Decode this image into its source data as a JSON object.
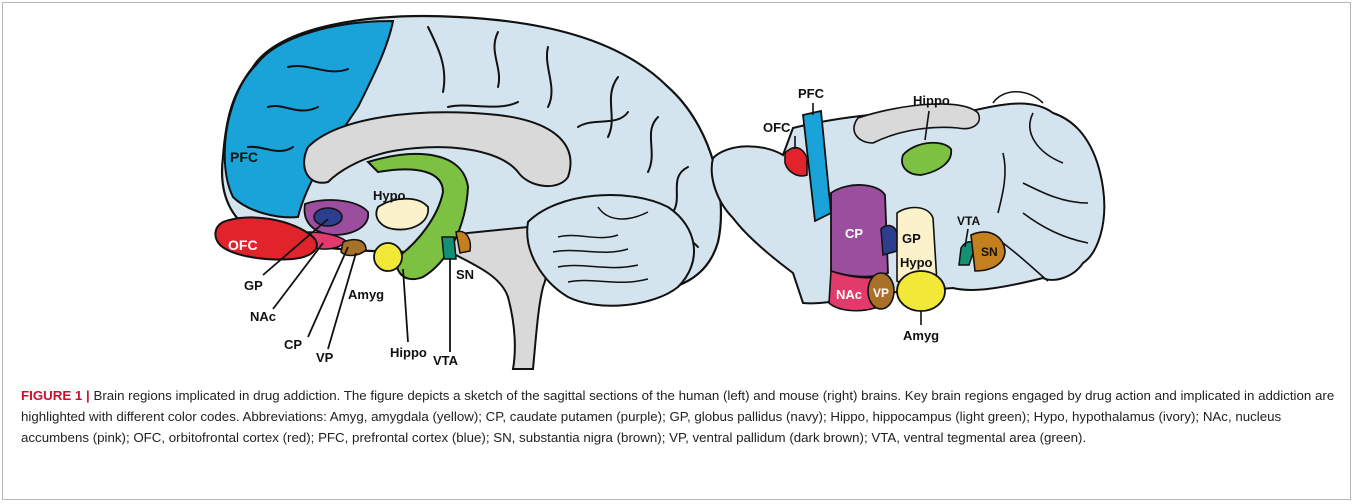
{
  "colors": {
    "pfc": "#1aa3d9",
    "ofc": "#e1232b",
    "cp": "#9b4d9e",
    "gp": "#2e3e8f",
    "nac": "#e23a6a",
    "vp": "#a9702a",
    "sn": "#c47f1f",
    "vta": "#139174",
    "hippo": "#7cc142",
    "hypo": "#fbf2cc",
    "amyg": "#f2e838",
    "brain": "#d3e4ee",
    "inner": "#d9d9d9",
    "red_label": "#c8102e"
  },
  "human_labels": {
    "pfc": "PFC",
    "ofc": "OFC",
    "hypo": "Hypo",
    "gp": "GP",
    "nac": "NAc",
    "cp": "CP",
    "vp": "VP",
    "amyg": "Amyg",
    "hippo": "Hippo",
    "vta": "VTA",
    "sn": "SN"
  },
  "mouse_labels": {
    "hippo": "Hippo",
    "pfc": "PFC",
    "ofc": "OFC",
    "cp": "CP",
    "gp": "GP",
    "vta": "VTA",
    "sn": "SN",
    "hypo": "Hypo",
    "nac": "NAc",
    "vp": "VP",
    "amyg": "Amyg"
  },
  "caption": {
    "figure_label": "FIGURE 1 |",
    "text": " Brain regions implicated in drug addiction. The figure depicts a sketch of the sagittal sections of the human (left) and mouse (right) brains. Key brain regions engaged by drug action and implicated in addiction are highlighted with different color codes. Abbreviations: Amyg, amygdala (yellow); CP, caudate putamen (purple); GP, globus pallidus (navy); Hippo, hippocampus (light green); Hypo, hypothalamus (ivory); NAc, nucleus accumbens (pink); OFC, orbitofrontal cortex (red); PFC, prefrontal cortex (blue); SN, substantia nigra (brown); VP, ventral pallidum (dark brown); VTA, ventral tegmental area (green)."
  }
}
